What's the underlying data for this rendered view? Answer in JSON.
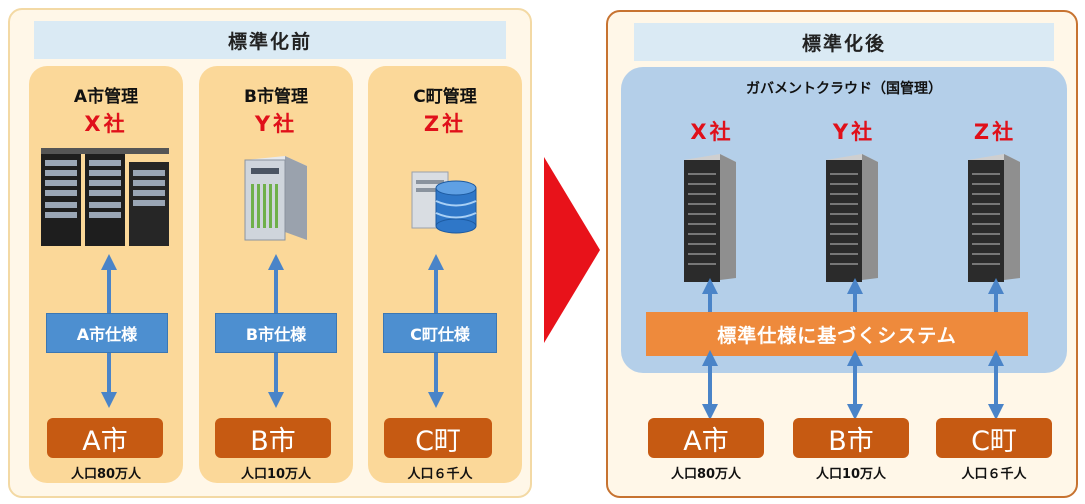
{
  "before": {
    "title": "標準化前",
    "columns": [
      {
        "city_label": "A市管理",
        "company": "X社",
        "spec": "A市仕様",
        "city": "A市",
        "population": "人口80万人",
        "server_icon": "rack-server-icon"
      },
      {
        "city_label": "B市管理",
        "company": "Y社",
        "spec": "B市仕様",
        "city": "B市",
        "population": "人口10万人",
        "server_icon": "tower-server-icon"
      },
      {
        "city_label": "C町管理",
        "company": "Z社",
        "spec": "C町仕様",
        "city": "C町",
        "population": "人口６千人",
        "server_icon": "database-server-icon"
      }
    ]
  },
  "after": {
    "title": "標準化後",
    "cloud_title": "ガバメントクラウド（国管理）",
    "companies": [
      "X社",
      "Y社",
      "Z社"
    ],
    "standard_system": "標準仕様に基づくシステム",
    "cities": [
      {
        "city": "A市",
        "population": "人口80万人"
      },
      {
        "city": "B市",
        "population": "人口10万人"
      },
      {
        "city": "C町",
        "population": "人口６千人"
      }
    ]
  },
  "colors": {
    "title_bar": "#daeaf4",
    "column_bg": "#fbd899",
    "company_text": "#e0101a",
    "spec_box": "#4d8fd0",
    "city_box": "#c65a12",
    "cloud_bg": "#b4cfe9",
    "standard_bar": "#ee8a3c",
    "arrow": "#4a84c8",
    "transition_arrow": "#e8121a"
  }
}
